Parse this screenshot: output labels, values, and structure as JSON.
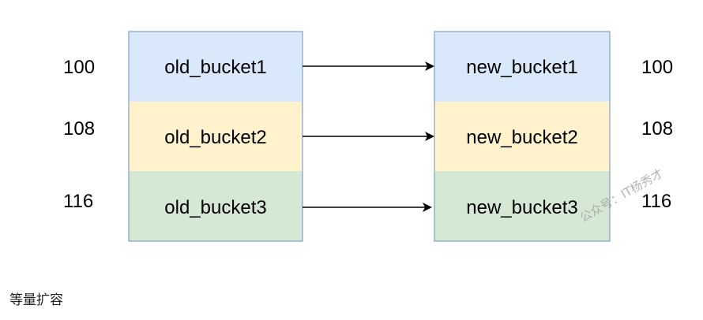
{
  "colors": {
    "row1_fill": "#dae8fc",
    "row2_fill": "#fff2cc",
    "row3_fill": "#d5e8d4",
    "border": "#6c8ebf",
    "arrow": "#000000"
  },
  "old_buckets": {
    "rows": [
      {
        "label": "old_bucket1",
        "address": "100"
      },
      {
        "label": "old_bucket2",
        "address": "108"
      },
      {
        "label": "old_bucket3",
        "address": "116"
      }
    ]
  },
  "new_buckets": {
    "rows": [
      {
        "label": "new_bucket1",
        "address": "100"
      },
      {
        "label": "new_bucket2",
        "address": "108"
      },
      {
        "label": "new_bucket3",
        "address": "116"
      }
    ]
  },
  "watermark": "公众号：IT杨秀才",
  "caption": "等量扩容"
}
